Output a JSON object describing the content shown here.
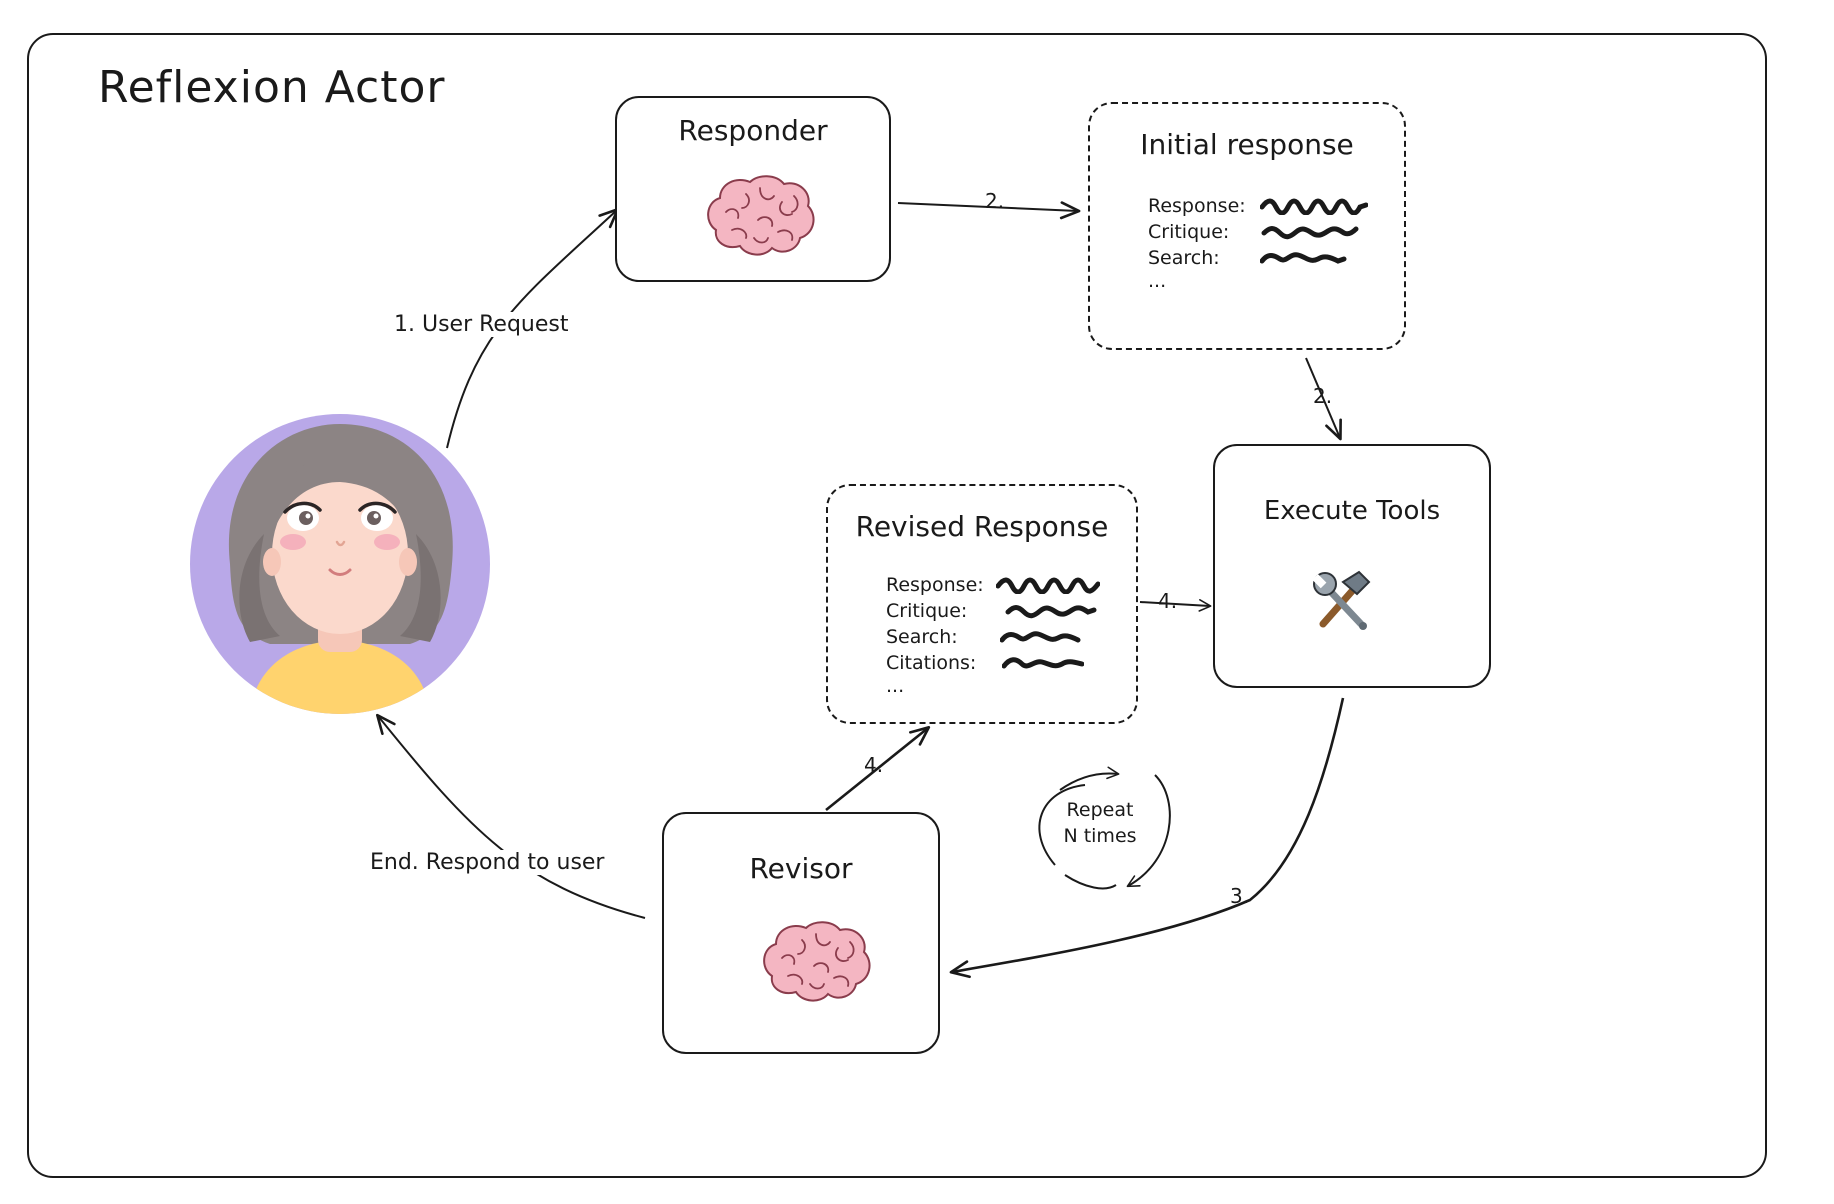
{
  "diagram": {
    "title": "Reflexion Actor",
    "nodes": {
      "responder": {
        "label": "Responder",
        "icon": "brain-icon"
      },
      "initial_response": {
        "label": "Initial response",
        "fields": [
          "Response:",
          "Critique:",
          "Search:"
        ],
        "ellipsis": "..."
      },
      "execute_tools": {
        "label": "Execute Tools",
        "icon": "hammer-and-wrench-icon"
      },
      "revised_response": {
        "label": "Revised Response",
        "fields": [
          "Response:",
          "Critique:",
          "Search:",
          "Citations:"
        ],
        "ellipsis": "..."
      },
      "revisor": {
        "label": "Revisor",
        "icon": "brain-icon"
      },
      "user": {
        "icon": "user-avatar"
      }
    },
    "edges": {
      "user_request": "1. User Request",
      "responder_to_initial": "2.",
      "initial_to_tools": "2.",
      "tools_to_revisor": "3.",
      "revisor_to_revised": "4.",
      "revised_to_tools": "4.",
      "end_respond": "End. Respond to user"
    },
    "loop": {
      "line1": "Repeat",
      "line2": "N times"
    },
    "colors": {
      "stroke": "#1a1a1a",
      "brain": "#f4b6c2",
      "avatar_bg": "#b9a8e8",
      "avatar_hair": "#8c8484",
      "avatar_shirt": "#ffd36e",
      "avatar_skin": "#fbd9cc"
    }
  }
}
